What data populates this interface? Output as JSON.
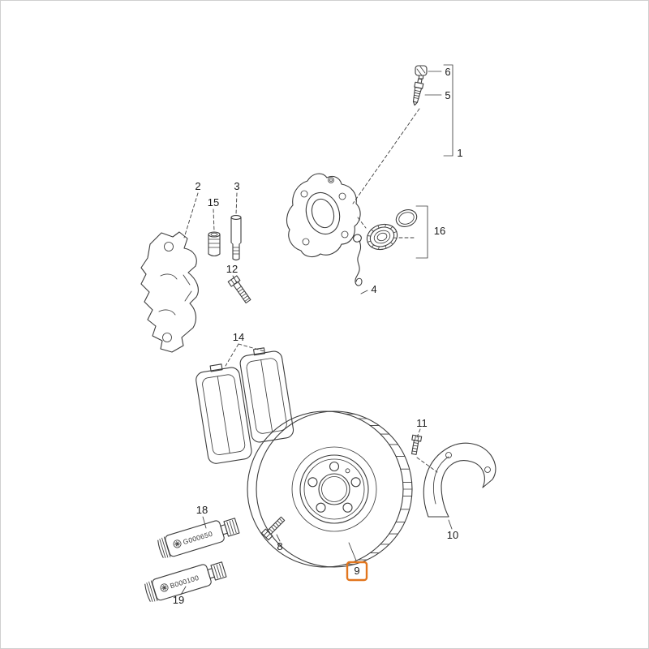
{
  "diagram": {
    "parts": {
      "p1": "1",
      "p2": "2",
      "p3": "3",
      "p4": "4",
      "p5": "5",
      "p6": "6",
      "p8": "8",
      "p9": "9",
      "p10": "10",
      "p11": "11",
      "p12": "12",
      "p14": "14",
      "p15": "15",
      "p16": "16",
      "p18": "18",
      "p19": "19"
    },
    "tubes": {
      "t18": "G000650",
      "t19": "B000100"
    },
    "selected_part": "9",
    "colors": {
      "highlight": "#E2761E",
      "line": "#3D3D3D",
      "label": "#1A1A1A",
      "background": "#FFFFFF"
    }
  }
}
